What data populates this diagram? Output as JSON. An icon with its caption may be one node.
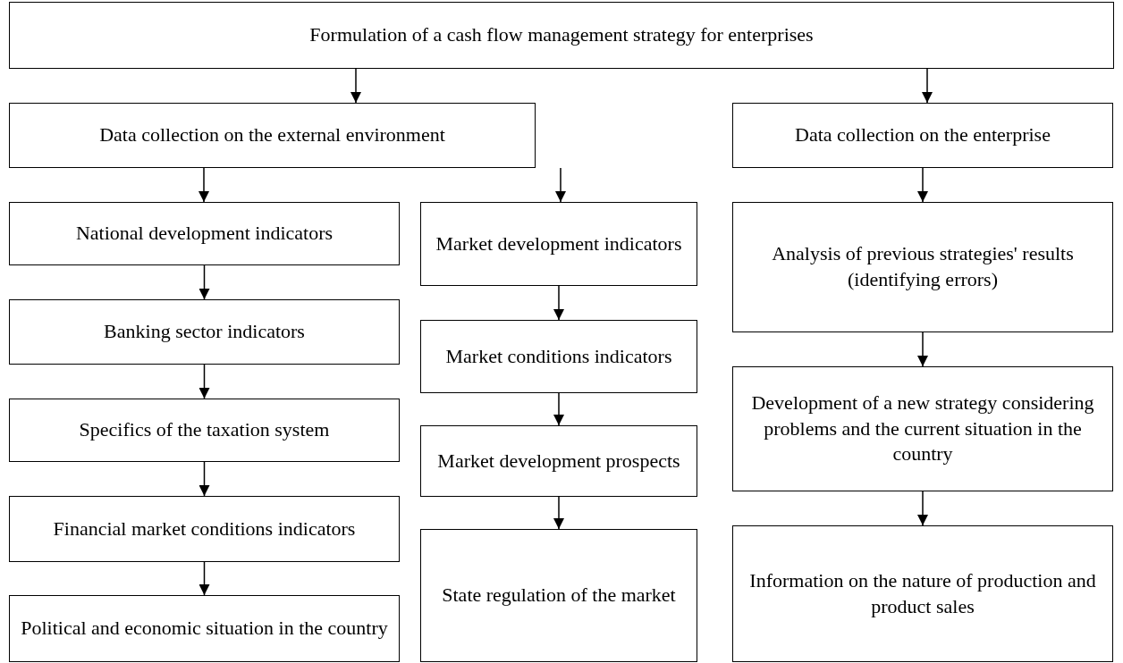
{
  "diagram": {
    "nodes": [
      {
        "text": [
          "Formulation of a cash flow management strategy for enterprises"
        ]
      },
      {
        "text": [
          "Data collection on the external environment"
        ]
      },
      {
        "text": [
          "Data collection on the enterprise"
        ]
      },
      {
        "text": [
          "National development indicators"
        ]
      },
      {
        "text": [
          "Banking sector indicators"
        ]
      },
      {
        "text": [
          "Specifics of the taxation system"
        ]
      },
      {
        "text": [
          "Financial market conditions indicators"
        ]
      },
      {
        "text": [
          "Political and economic situation in the country"
        ]
      },
      {
        "text": [
          "Market development indicators"
        ]
      },
      {
        "text": [
          "Market conditions indicators"
        ]
      },
      {
        "text": [
          "Market development prospects"
        ]
      },
      {
        "text": [
          "State regulation of the market"
        ]
      },
      {
        "text": [
          "Analysis of previous strategies' results (identifying errors)"
        ]
      },
      {
        "text": [
          "Development of a new strategy considering problems and the current situation in the country"
        ]
      },
      {
        "text": [
          "Information on the nature of production and product sales"
        ]
      }
    ],
    "edges": [
      {
        "from": 0,
        "to": 1,
        "arrow": "to"
      },
      {
        "from": 0,
        "to": 2,
        "arrow": "to"
      },
      {
        "from": 1,
        "to": 3,
        "arrow": "to"
      },
      {
        "from": 1,
        "to": 8,
        "arrow": "to"
      },
      {
        "from": 2,
        "to": 12,
        "arrow": "to"
      },
      {
        "from": 3,
        "to": 4,
        "arrow": "to"
      },
      {
        "from": 4,
        "to": 5,
        "arrow": "to"
      },
      {
        "from": 5,
        "to": 6,
        "arrow": "to"
      },
      {
        "from": 6,
        "to": 7,
        "arrow": "to"
      },
      {
        "from": 8,
        "to": 9,
        "arrow": "to"
      },
      {
        "from": 9,
        "to": 10,
        "arrow": "to"
      },
      {
        "from": 10,
        "to": 11,
        "arrow": "to"
      },
      {
        "from": 12,
        "to": 13,
        "arrow": "to"
      },
      {
        "from": 13,
        "to": 14,
        "arrow": "to"
      }
    ]
  }
}
